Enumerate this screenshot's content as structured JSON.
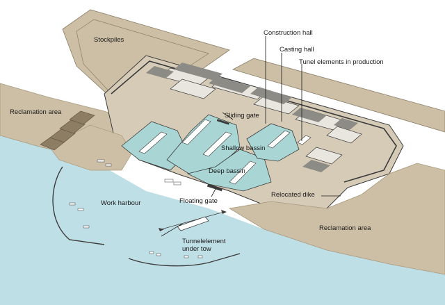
{
  "diagram": {
    "colors": {
      "water": "#bfdfe6",
      "land": "#cdbfa5",
      "land_dark": "#b9a98c",
      "pad": "#d6cbb6",
      "building": "#e9e6e0",
      "building_dark": "#8d8b86",
      "outline": "#3a3a3a",
      "basin": "#a9d6d4"
    },
    "labels": {
      "construction_hall": "Construction hall",
      "casting_hall": "Casting hall",
      "tunnel_elements": "Tunel elements in production",
      "stockpiles": "Stockpiles",
      "reclamation_left": "Reclamation area",
      "sliding_gate": "Sliding gate",
      "shallow_basin": "Shallow bassin",
      "deep_basin": "Deep bassin",
      "relocated_dike": "Relocated dike",
      "work_harbour": "Work harbour",
      "floating_gate": "Floating gate",
      "reclamation_right": "Reclamation area",
      "tunnel_under_tow_1": "Tunnelelement",
      "tunnel_under_tow_2": "under tow"
    }
  }
}
